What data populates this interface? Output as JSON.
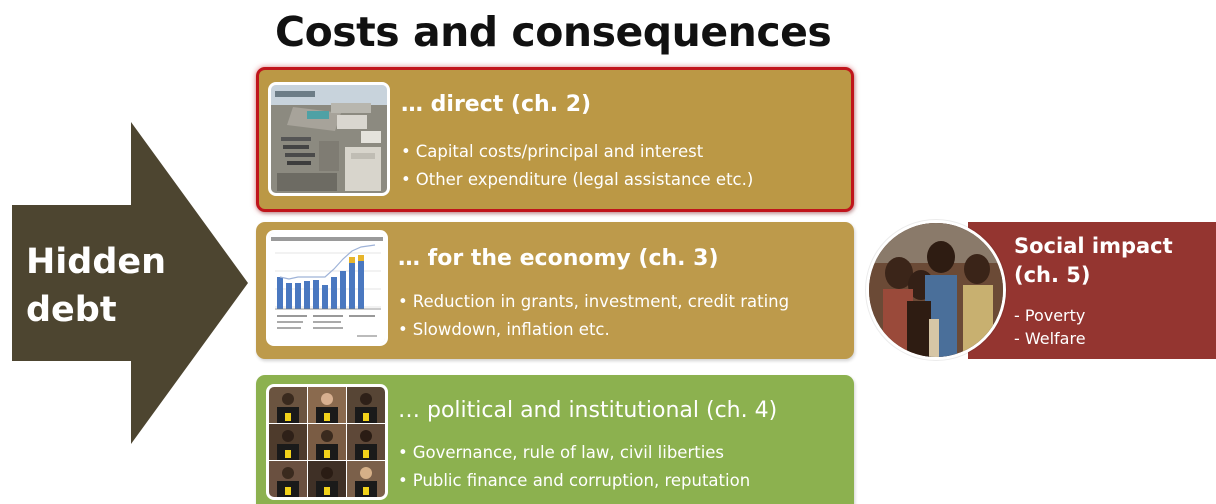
{
  "title": "Costs and consequences",
  "arrow": {
    "line1": "Hidden",
    "line2": "debt"
  },
  "cards": [
    {
      "heading": "… direct (ch. 2)",
      "bullets": [
        "Capital costs/principal and interest",
        "Other expenditure (legal assistance etc.)"
      ]
    },
    {
      "heading": "… for the economy (ch. 3)",
      "bullets": [
        "Reduction in grants, investment, credit rating",
        "Slowdown, inflation etc."
      ]
    },
    {
      "heading": "… political and institutional (ch. 4)",
      "bullets": [
        "Governance, rule of law, civil liberties",
        "Public finance and corruption, reputation"
      ]
    }
  ],
  "social": {
    "line1": "Social impact",
    "line2": "(ch. 5)",
    "items": [
      "- Poverty",
      "- Welfare"
    ]
  },
  "colors": {
    "arrow": "#4d4530",
    "direct_card": "#bb9845",
    "direct_border": "#c0141b",
    "economy_card": "#bd9a4b",
    "political_card": "#8cb14f",
    "social_box": "#943530"
  },
  "images": [
    "port-aerial-photo",
    "debt-bar-chart-thumbnail",
    "protest-group-photo",
    "children-photo"
  ]
}
